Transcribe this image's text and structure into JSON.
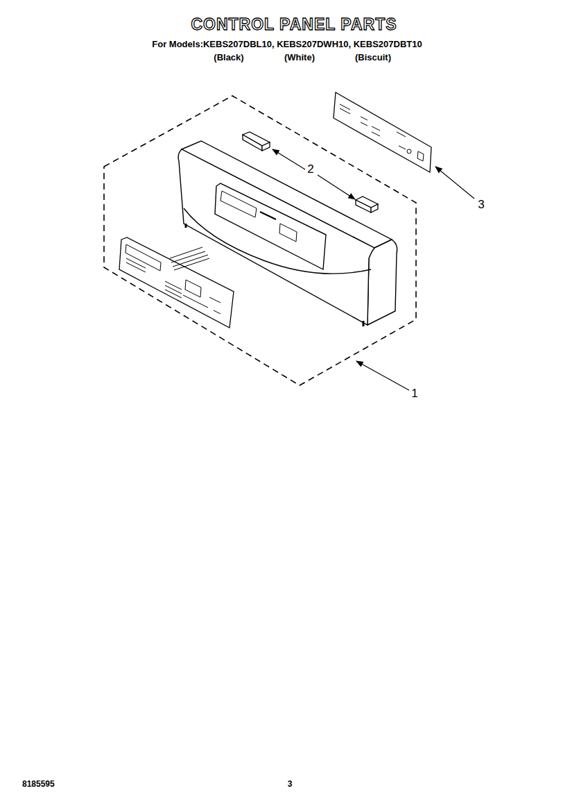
{
  "diagram": {
    "title": "CONTROL PANEL PARTS",
    "labels": [
      "For Models:KEBS207DBL10, KEBS207DWH10, KEBS207DBT10",
      "(Black)",
      "(White)",
      "(Biscuit)",
      "2",
      "3",
      "1",
      "8185595",
      "3"
    ]
  }
}
